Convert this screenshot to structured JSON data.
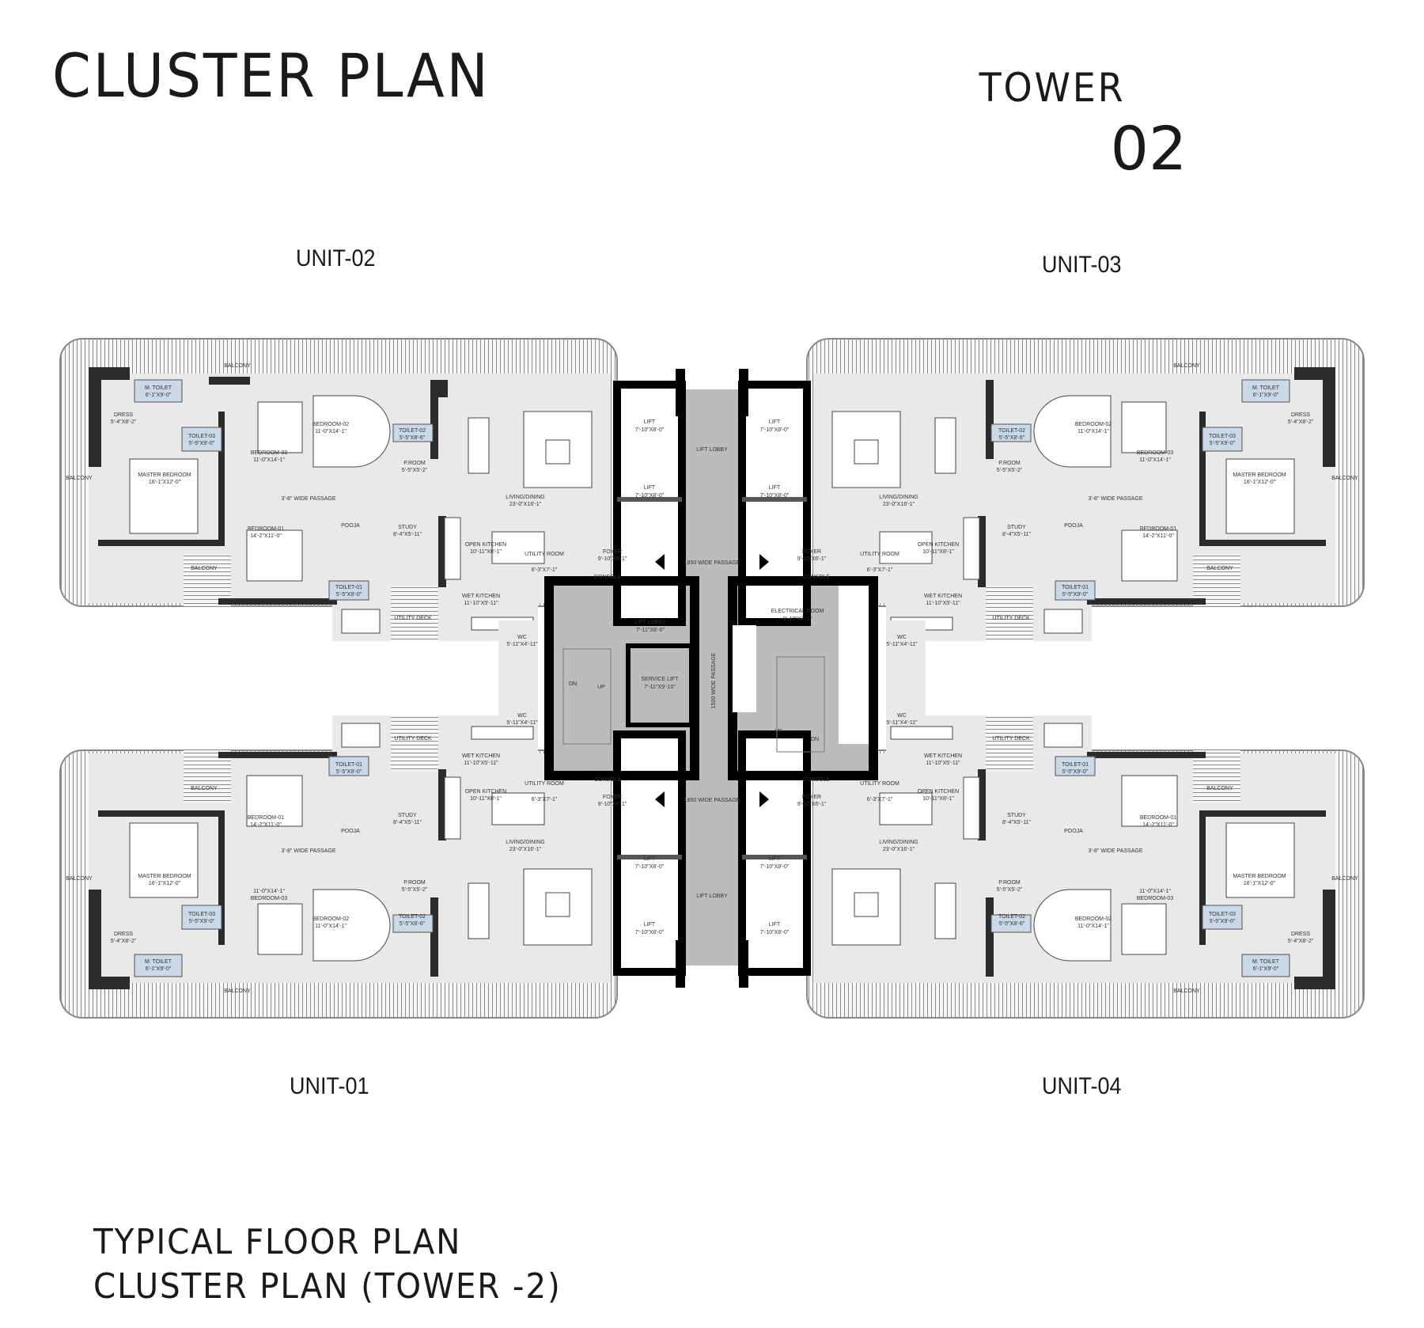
{
  "header": {
    "title": "CLUSTER PLAN",
    "tower_label": "TOWER",
    "tower_number": "02"
  },
  "units": {
    "unit_02": "UNIT-02",
    "unit_03": "UNIT-03",
    "unit_01": "UNIT-01",
    "unit_04": "UNIT-04"
  },
  "rooms": {
    "balcony": "BALCONY",
    "m_toilet": "M. TOILET",
    "m_toilet_dim": "6'-1\"X9'-0\"",
    "dress": "DRESS",
    "dress_dim": "5'-4\"X8'-2\"",
    "toilet_03": "TOILET-03",
    "toilet_03_dim": "5'-5\"X9'-0\"",
    "master_bedroom": "MASTER BEDROOM",
    "master_bedroom_dim": "16'-1\"X12'-0\"",
    "bedroom_03": "BEDROOM-03",
    "bedroom_03_dim": "11'-0\"X14'-1\"",
    "bedroom_02": "BEDROOM-02",
    "bedroom_02_dim": "11'-0\"X14'-1\"",
    "toilet_02": "TOILET-02",
    "toilet_02_dim": "5'-5\"X8'-6\"",
    "p_room": "P.ROOM",
    "p_room_dim": "5'-5\"X5'-2\"",
    "passage": "3'-8\" WIDE PASSAGE",
    "living_dining": "LIVING/DINING",
    "living_dining_dim": "23'-0\"X16'-1\"",
    "pooja": "POOJA",
    "study": "STUDY",
    "study_dim": "8'-4\"X5'-11\"",
    "bedroom_01": "BEDROOM-01",
    "bedroom_01_dim": "14'-2\"X11'-0\"",
    "toilet_01": "TOILET-01",
    "toilet_01_dim": "5'-5\"X9'-0\"",
    "open_kitchen": "OPEN KITCHEN",
    "open_kitchen_dim": "10'-11\"X8'-1\"",
    "utility_room": "UTILITY ROOM",
    "utility_room_dim": "6'-3\"X7'-1\"",
    "foyer": "FOYER",
    "foyer_dim": "9'-10\"X6'-1\"",
    "console": "CONSOLE",
    "wet_kitchen": "WET KITCHEN",
    "wet_kitchen_dim": "11'-10\"X5'-11\"",
    "utility_deck": "UTILITY DECK",
    "wc": "WC",
    "wc_dim": "5'-11\"X4'-11\""
  },
  "core": {
    "lift": "LIFT",
    "lift_dim": "7'-10\"X8'-0\"",
    "lift_lobby": "LIFT LOBBY",
    "wide_passage_1850": "1850 WIDE PASSAGE",
    "wide_passage_1500": "1500 WIDE PASSAGE",
    "inner_lift_lobby": "LIFT LOBBY",
    "inner_lift_lobby_dim": "7'-11\"X8'-0\"",
    "service_lift": "SERVICE LIFT",
    "service_lift_dim": "7'-11\"X9'-10\"",
    "electrical_room": "ELECTRICAL ROOM",
    "electrical_room_dim": "9'-10\"X7'-1\"",
    "dn": "DN",
    "up": "UP"
  },
  "footer": {
    "line1": "TYPICAL FLOOR PLAN",
    "line2": "CLUSTER PLAN (TOWER -2)"
  },
  "colors": {
    "wall": "#2b2b2b",
    "core_wall": "#000000",
    "floor": "#e8e8e8",
    "core_floor": "#bdbcbd",
    "toilet_tint": "#c9d9e8",
    "balcony_hatch": "#9a9a9a"
  }
}
